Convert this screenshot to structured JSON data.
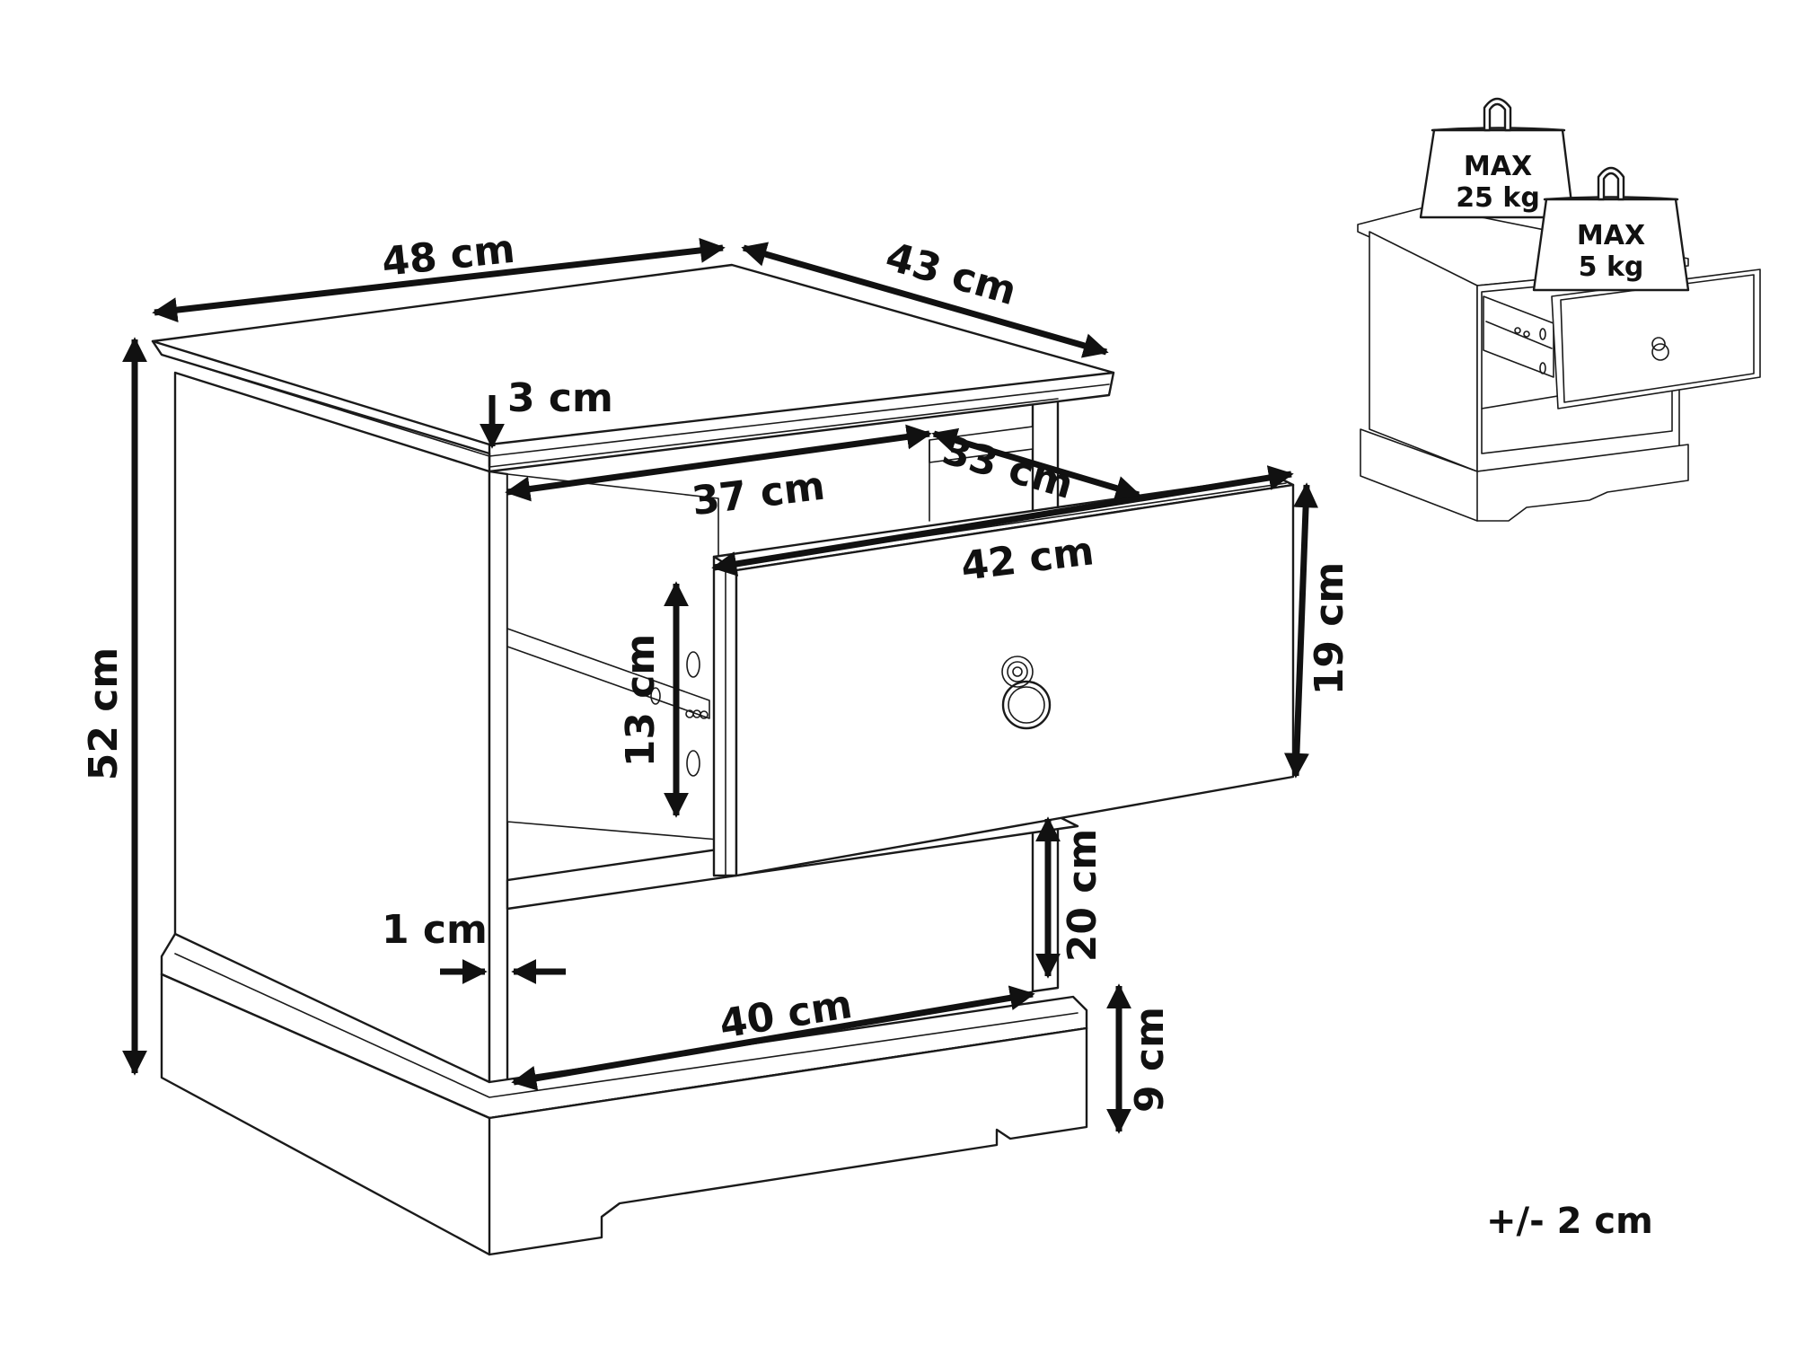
{
  "dimensions": {
    "width_top": "48 cm",
    "depth_top": "43 cm",
    "top_thickness": "3 cm",
    "height_total": "52 cm",
    "drawer_inner_width": "37 cm",
    "drawer_inner_depth": "33 cm",
    "drawer_front_width": "42 cm",
    "drawer_front_height": "19 cm",
    "drawer_inner_height": "13 cm",
    "clearance_below_drawer": "20 cm",
    "side_panel_thickness": "1 cm",
    "inner_base_width": "40 cm",
    "plinth_height": "9 cm"
  },
  "load_limits": {
    "top_label": "MAX",
    "top_value": "25 kg",
    "drawer_label": "MAX",
    "drawer_value": "5 kg"
  },
  "tolerance": "+/- 2 cm"
}
